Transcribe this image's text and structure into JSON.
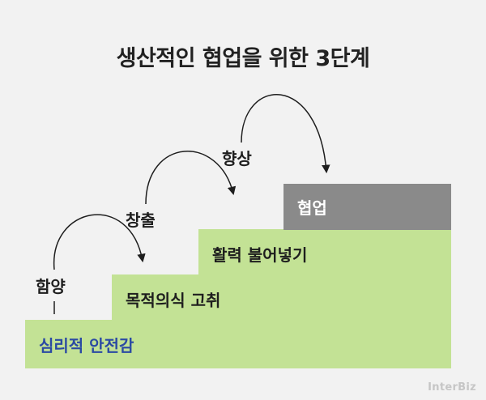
{
  "title": "생산적인 협업을 위한 3단계",
  "steps": [
    {
      "label": "심리적 안전감",
      "color": "#c3e295",
      "text_color": "#2b4aa3"
    },
    {
      "label": "목적의식 고취",
      "color": "#c3e295",
      "text_color": "#1e1e1e"
    },
    {
      "label": "활력 불어넣기",
      "color": "#c3e295",
      "text_color": "#1e1e1e"
    },
    {
      "label": "협업",
      "color": "#8a8a8a",
      "text_color": "#ffffff"
    }
  ],
  "arrows": [
    {
      "label": "함양"
    },
    {
      "label": "창출"
    },
    {
      "label": "향상"
    }
  ],
  "watermark": "InterBiz"
}
